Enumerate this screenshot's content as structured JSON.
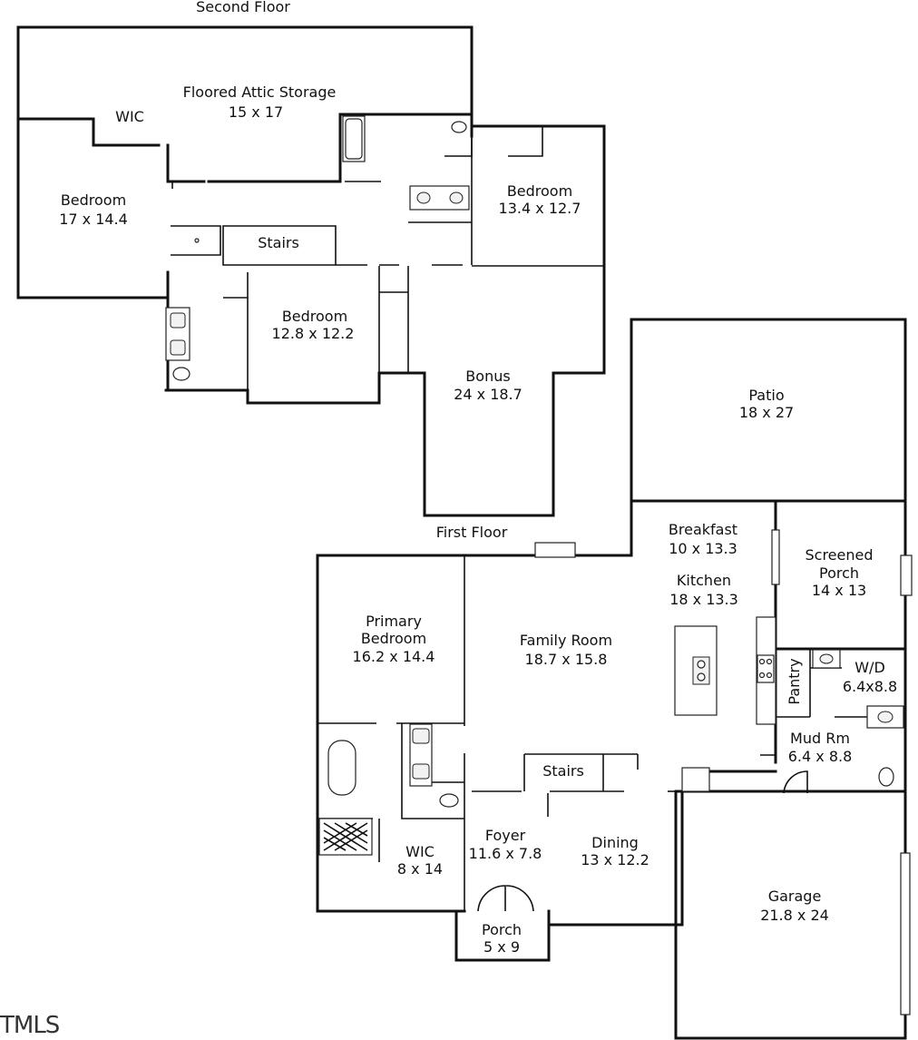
{
  "floors": {
    "second": {
      "label": "Second Floor",
      "rooms": [
        {
          "name": "Floored Attic Storage",
          "dims": "15 x 17"
        },
        {
          "name": "WIC",
          "dims": ""
        },
        {
          "name": "Bedroom",
          "dims": "17 x 14.4"
        },
        {
          "name": "Bedroom",
          "dims": "13.4 x 12.7"
        },
        {
          "name": "Stairs",
          "dims": ""
        },
        {
          "name": "Bedroom",
          "dims": "12.8 x 12.2"
        },
        {
          "name": "Bonus",
          "dims": "24 x 18.7"
        }
      ]
    },
    "first": {
      "label": "First Floor",
      "rooms": [
        {
          "name": "Patio",
          "dims": "18 x 27"
        },
        {
          "name": "Breakfast",
          "dims": "10 x 13.3"
        },
        {
          "name": "Kitchen",
          "dims": "18 x 13.3"
        },
        {
          "name": "Screened Porch",
          "name_line1": "Screened",
          "name_line2": "Porch",
          "dims": "14 x 13"
        },
        {
          "name": "Primary Bedroom",
          "name_line1": "Primary",
          "name_line2": "Bedroom",
          "dims": "16.2 x 14.4"
        },
        {
          "name": "Family Room",
          "dims": "18.7 x 15.8"
        },
        {
          "name": "Pantry",
          "dims": ""
        },
        {
          "name": "W/D",
          "dims": "6.4x8.8"
        },
        {
          "name": "Mud Rm",
          "dims": "6.4 x 8.8"
        },
        {
          "name": "Stairs",
          "dims": ""
        },
        {
          "name": "Foyer",
          "dims": "11.6 x 7.8"
        },
        {
          "name": "Dining",
          "dims": "13 x 12.2"
        },
        {
          "name": "WIC",
          "dims": "8 x 14"
        },
        {
          "name": "Porch",
          "dims": "5 x 9"
        },
        {
          "name": "Garage",
          "dims": "21.8 x 24"
        }
      ]
    }
  },
  "watermark": "TMLS"
}
